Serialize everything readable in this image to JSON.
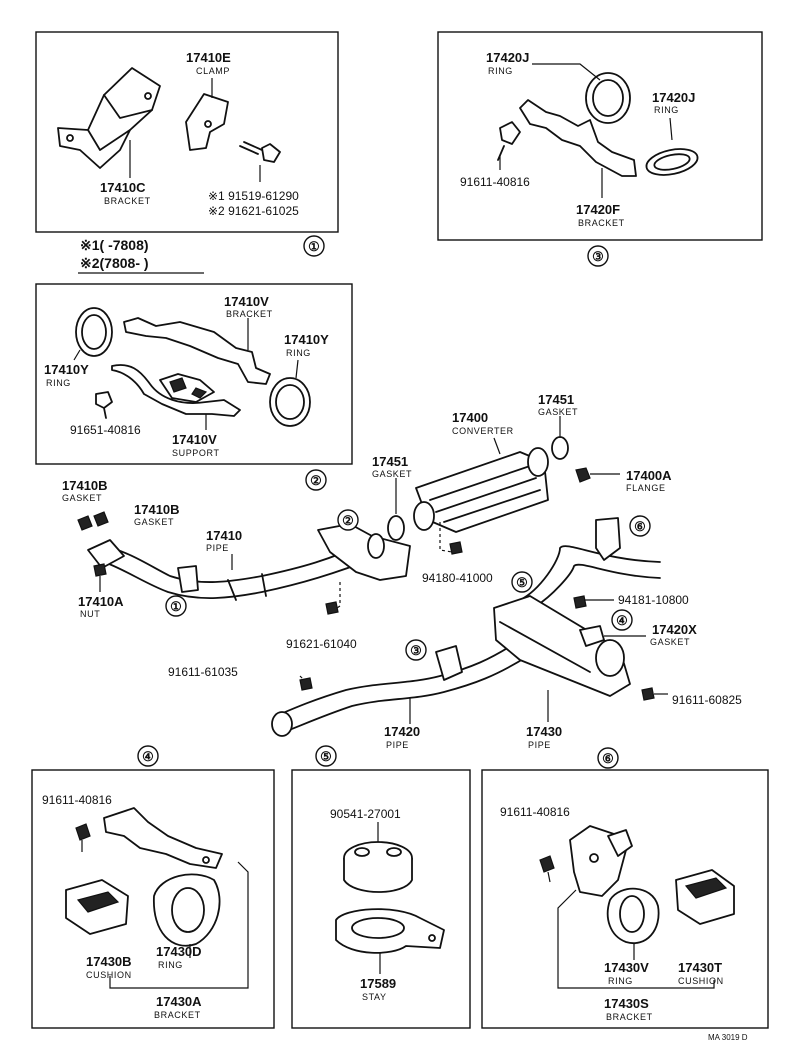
{
  "sections": [
    {
      "id": "1",
      "marker": "①",
      "parts": [
        {
          "pn": "17410E",
          "label": "CLAMP"
        },
        {
          "pn": "17410C",
          "label": "BRACKET"
        },
        {
          "pn": "※1 91519-61290",
          "label": ""
        },
        {
          "pn": "※2 91621-61025",
          "label": ""
        }
      ],
      "notes": [
        {
          "text": "※1(      -7808)"
        },
        {
          "text": "※2(7808-      )"
        }
      ]
    },
    {
      "id": "3",
      "marker": "③",
      "parts": [
        {
          "pn": "17420J",
          "label": "RING"
        },
        {
          "pn": "17420J",
          "label": "RING"
        },
        {
          "pn": "91611-40816",
          "label": ""
        },
        {
          "pn": "17420F",
          "label": "BRACKET"
        }
      ]
    },
    {
      "id": "2",
      "marker": "②",
      "parts": [
        {
          "pn": "17410V",
          "label": "BRACKET"
        },
        {
          "pn": "17410Y",
          "label": "RING"
        },
        {
          "pn": "17410Y",
          "label": "RING"
        },
        {
          "pn": "91651-40816",
          "label": ""
        },
        {
          "pn": "17410V",
          "label": "SUPPORT"
        }
      ]
    },
    {
      "id": "main",
      "parts": [
        {
          "pn": "17400",
          "label": "CONVERTER"
        },
        {
          "pn": "17451",
          "label": "GASKET"
        },
        {
          "pn": "17451",
          "label": "GASKET"
        },
        {
          "pn": "17400A",
          "label": "FLANGE"
        },
        {
          "pn": "17410B",
          "label": "GASKET"
        },
        {
          "pn": "17410B",
          "label": "GASKET"
        },
        {
          "pn": "17410",
          "label": "PIPE"
        },
        {
          "pn": "17410A",
          "label": "NUT"
        },
        {
          "pn": "94180-41000",
          "label": ""
        },
        {
          "pn": "94181-10800",
          "label": ""
        },
        {
          "pn": "17420X",
          "label": "GASKET"
        },
        {
          "pn": "91621-61040",
          "label": ""
        },
        {
          "pn": "91611-61035",
          "label": ""
        },
        {
          "pn": "91611-60825",
          "label": ""
        },
        {
          "pn": "17420",
          "label": "PIPE"
        },
        {
          "pn": "17430",
          "label": "PIPE"
        }
      ],
      "markers": [
        "②",
        "①",
        "⑥",
        "⑤",
        "④",
        "③"
      ]
    },
    {
      "id": "4",
      "marker": "④",
      "parts": [
        {
          "pn": "91611-40816",
          "label": ""
        },
        {
          "pn": "17430B",
          "label": "CUSHION"
        },
        {
          "pn": "17430D",
          "label": "RING"
        },
        {
          "pn": "17430A",
          "label": "BRACKET"
        }
      ]
    },
    {
      "id": "5",
      "marker": "⑤",
      "parts": [
        {
          "pn": "90541-27001",
          "label": ""
        },
        {
          "pn": "17589",
          "label": "STAY"
        }
      ]
    },
    {
      "id": "6",
      "marker": "⑥",
      "parts": [
        {
          "pn": "91611-40816",
          "label": ""
        },
        {
          "pn": "17430V",
          "label": "RING"
        },
        {
          "pn": "17430T",
          "label": "CUSHION"
        },
        {
          "pn": "17430S",
          "label": "BRACKET"
        }
      ]
    }
  ],
  "footer": {
    "code": "MA 3019 D"
  }
}
